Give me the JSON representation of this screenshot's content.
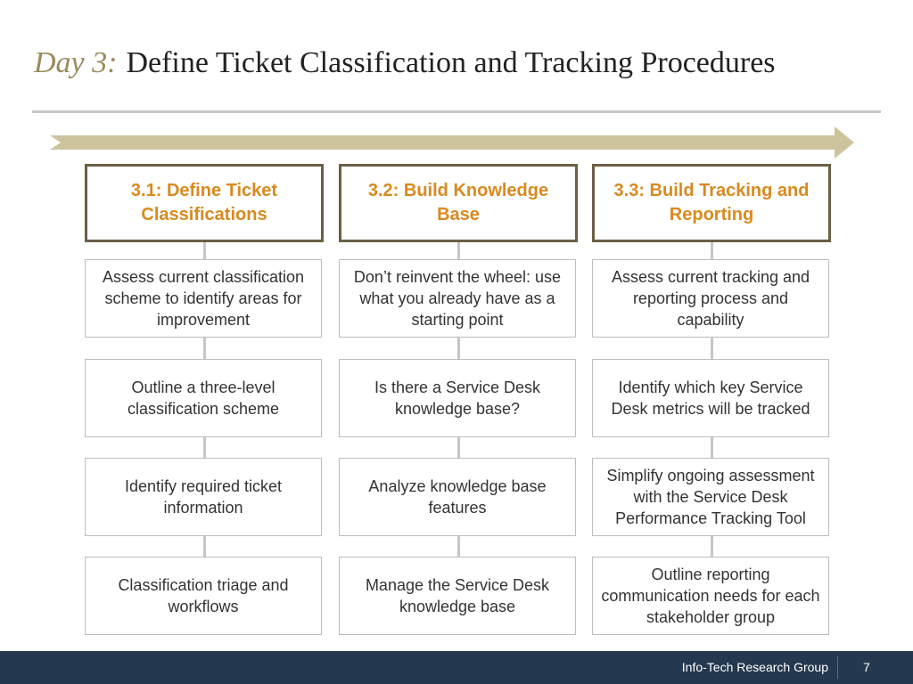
{
  "title": {
    "day": "Day 3:",
    "text": "Define Ticket Classification and Tracking Procedures"
  },
  "colors": {
    "accent_gold": "#9b8a5c",
    "header_text": "#d98a1e",
    "header_border": "#6b5f46",
    "arrow": "#cdc39d",
    "footer_bg": "#24394f"
  },
  "columns": [
    {
      "header": "3.1: Define Ticket Classifications",
      "steps": [
        "Assess current classification scheme to identify areas for improvement",
        "Outline a three-level classification scheme",
        "Identify required ticket information",
        "Classification triage and workflows"
      ]
    },
    {
      "header": "3.2: Build Knowledge Base",
      "steps": [
        "Don’t reinvent the wheel: use what you already have as a starting point",
        "Is there a Service Desk knowledge base?",
        "Analyze knowledge base features",
        "Manage the Service Desk knowledge base"
      ]
    },
    {
      "header": "3.3: Build Tracking and Reporting",
      "steps": [
        "Assess current tracking and reporting process and capability",
        "Identify which key Service Desk metrics will be tracked",
        "Simplify ongoing assessment with the Service Desk Performance Tracking Tool",
        "Outline reporting communication needs for each stakeholder group"
      ]
    }
  ],
  "footer": {
    "company": "Info-Tech Research Group",
    "page_number": "7"
  }
}
